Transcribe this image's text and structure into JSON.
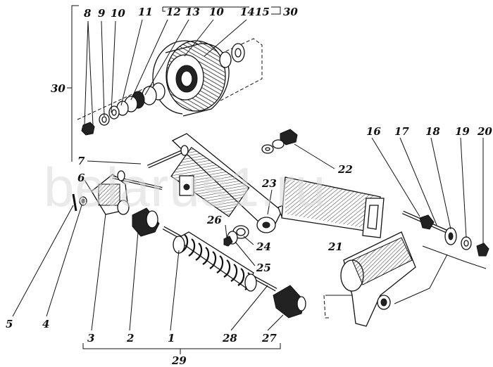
{
  "watermark": "belarus1.ru",
  "labels": {
    "n8": "8",
    "n9": "9",
    "n10a": "10",
    "n11": "11",
    "n12": "12",
    "n13": "13",
    "n10b": "10",
    "n14": "14",
    "n15": "15",
    "n30top": "30",
    "n30left": "30",
    "n7": "7",
    "n6": "6",
    "n22": "22",
    "n23": "23",
    "n16": "16",
    "n17": "17",
    "n18": "18",
    "n19": "19",
    "n20": "20",
    "n26": "26",
    "n24": "24",
    "n25": "25",
    "n21": "21",
    "n5": "5",
    "n4": "4",
    "n3": "3",
    "n2": "2",
    "n1": "1",
    "n28": "28",
    "n27": "27",
    "n29": "29"
  }
}
